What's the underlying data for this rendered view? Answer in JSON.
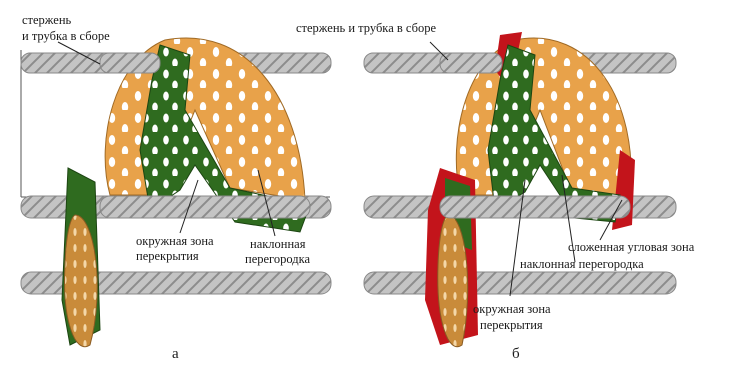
{
  "panel_a": {
    "label_rod_tube_line1": "стержень",
    "label_rod_tube_line2": "и трубка в сборе",
    "label_circular_zone_line1": "окружная зона",
    "label_circular_zone_line2": "перекрытия",
    "label_inclined_baffle_line1": "наклонная",
    "label_inclined_baffle_line2": "перегородка",
    "caption": "а"
  },
  "panel_b": {
    "label_rod_tube": "стержень и трубка в сборе",
    "label_corner_zone": "сложенная угловая зона",
    "label_inclined_baffle": "наклонная перегородка",
    "label_circular_zone_line1": "окружная зона",
    "label_circular_zone_line2": "перекрытия",
    "caption": "б"
  },
  "colors": {
    "baffle_orange": "#e8a24a",
    "overlap_green": "#2f6b1f",
    "corner_red": "#c3141b",
    "tube_gray": "#b9b9b9"
  }
}
